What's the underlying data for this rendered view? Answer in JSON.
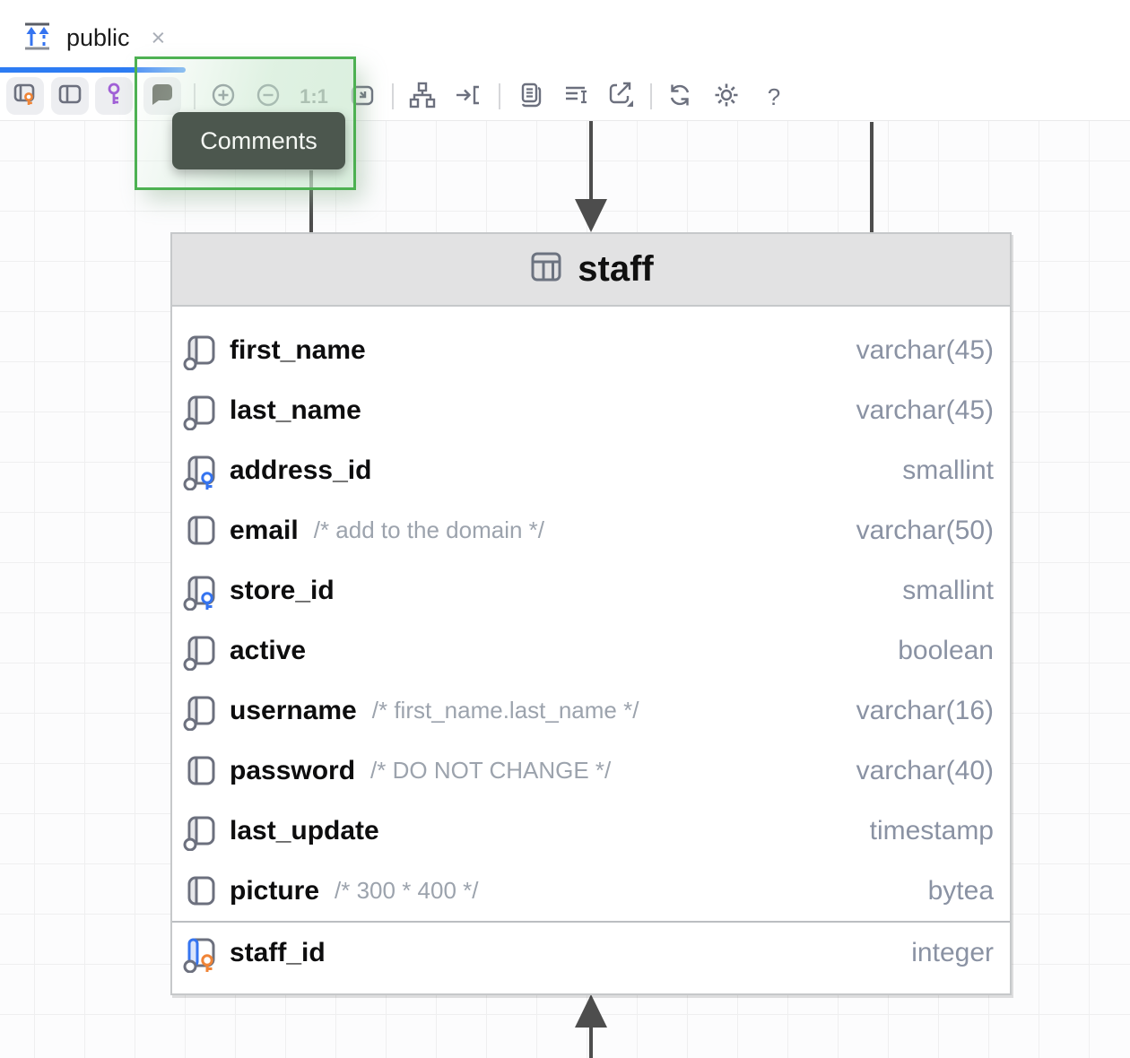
{
  "tab": {
    "title": "public",
    "close_glyph": "×"
  },
  "toolbar": {
    "buttons": [
      {
        "name": "show-key-columns",
        "icon": "table-key-icon"
      },
      {
        "name": "show-columns",
        "icon": "columns-icon"
      },
      {
        "name": "show-keys",
        "icon": "key-icon"
      },
      {
        "name": "show-comments",
        "icon": "comment-bubble-icon"
      }
    ],
    "zoom_reset_label": "1:1",
    "help_label": "?"
  },
  "tooltip": {
    "text": "Comments"
  },
  "table": {
    "title": "staff",
    "columns": [
      {
        "name": "first_name",
        "comment": "",
        "type": "varchar(45)",
        "icon": "column-notnull"
      },
      {
        "name": "last_name",
        "comment": "",
        "type": "varchar(45)",
        "icon": "column-notnull"
      },
      {
        "name": "address_id",
        "comment": "",
        "type": "smallint",
        "icon": "column-fk"
      },
      {
        "name": "email",
        "comment": "/* add to the domain */",
        "type": "varchar(50)",
        "icon": "column-nullable"
      },
      {
        "name": "store_id",
        "comment": "",
        "type": "smallint",
        "icon": "column-fk"
      },
      {
        "name": "active",
        "comment": "",
        "type": "boolean",
        "icon": "column-notnull"
      },
      {
        "name": "username",
        "comment": "/* first_name.last_name */",
        "type": "varchar(16)",
        "icon": "column-notnull"
      },
      {
        "name": "password",
        "comment": "/* DO NOT CHANGE */",
        "type": "varchar(40)",
        "icon": "column-nullable"
      },
      {
        "name": "last_update",
        "comment": "",
        "type": "timestamp",
        "icon": "column-notnull"
      },
      {
        "name": "picture",
        "comment": "/* 300 * 400 */",
        "type": "bytea",
        "icon": "column-nullable"
      },
      {
        "name": "staff_id",
        "comment": "",
        "type": "integer",
        "icon": "column-pk",
        "separator_before": true
      }
    ]
  },
  "colors": {
    "accent_blue": "#3574F0",
    "primary_key_orange": "#F08436",
    "key_purple": "#A05FD6",
    "highlight_green": "#4DB152",
    "tooltip_background": "#4C574E",
    "icon_gray": "#6C707E",
    "type_text": "#8A92A3",
    "connector": "#4D4D4D"
  }
}
